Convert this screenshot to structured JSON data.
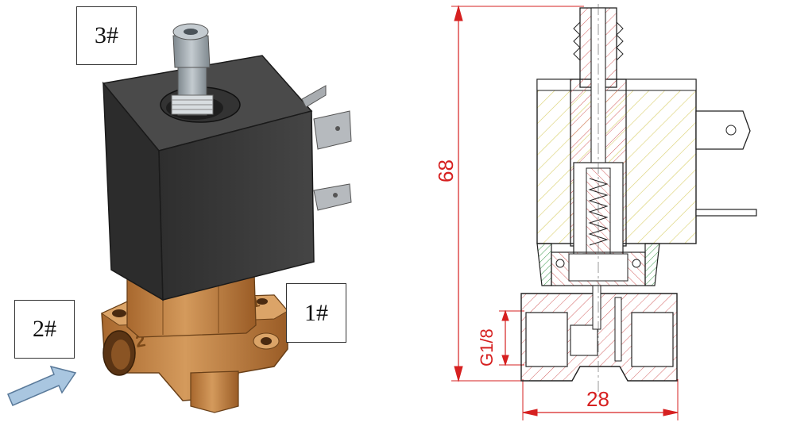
{
  "labels": {
    "port3": "3#",
    "port2": "2#",
    "port1": "1#",
    "body_mark_1": "1",
    "body_mark_2": "2"
  },
  "dimensions": {
    "height": "68",
    "width": "28",
    "thread": "G1/8"
  },
  "colors": {
    "coil": "#3a3a3a",
    "brass": "#c98a4a",
    "brass_dark": "#8a5a2a",
    "terminal": "#a8acb0",
    "fitting": "#9aa4aa",
    "arrow": "#a9c6e0",
    "dim_line": "#d62020",
    "hatch_yellow": "#d9cf6a",
    "hatch_red": "#d26060",
    "section_green": "#3a9a4a"
  }
}
